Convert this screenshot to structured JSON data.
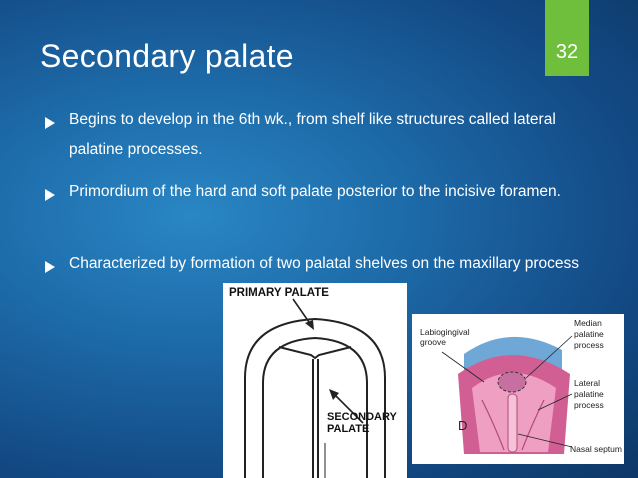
{
  "slide": {
    "title": "Secondary palate",
    "page_number": "32",
    "bullets": [
      "Begins to develop in the 6th wk., from shelf like structures called lateral palatine processes.",
      "Primordium of the hard and soft palate posterior to the incisive foramen.",
      "Characterized by formation of two palatal shelves on the maxillary process"
    ]
  },
  "figure_left": {
    "top_label": "PRIMARY PALATE",
    "bottom_label_line1": "SECONDARY",
    "bottom_label_line2": "PALATE"
  },
  "figure_right": {
    "label_labiogingival_1": "Labiogingival",
    "label_labiogingival_2": "groove",
    "label_median_1": "Median",
    "label_median_2": "palatine",
    "label_median_3": "process",
    "label_lateral_1": "Lateral",
    "label_lateral_2": "palatine",
    "label_lateral_3": "process",
    "label_nasal": "Nasal septum",
    "panel_letter": "D"
  },
  "colors": {
    "badge": "#6fbf3c",
    "background": "#1d6aa8"
  }
}
